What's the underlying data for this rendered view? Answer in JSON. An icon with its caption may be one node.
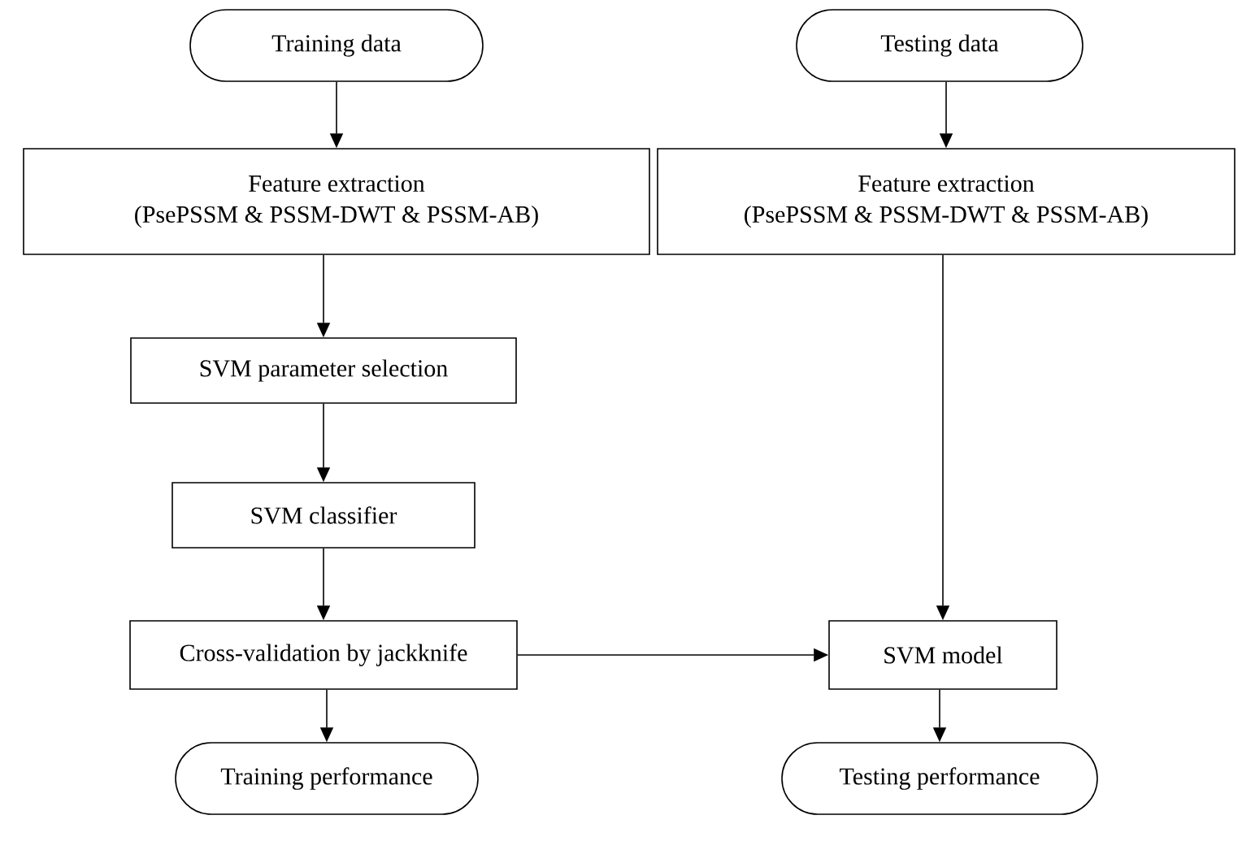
{
  "diagram": {
    "nodes": [
      {
        "text": [
          "Training data"
        ]
      },
      {
        "text": [
          "Feature extraction",
          "(PsePSSM & PSSM-DWT & PSSM-AB)"
        ]
      },
      {
        "text": [
          "SVM parameter selection"
        ]
      },
      {
        "text": [
          "SVM classifier"
        ]
      },
      {
        "text": [
          "Cross-validation by jackknife"
        ]
      },
      {
        "text": [
          "Training performance"
        ]
      },
      {
        "text": [
          "Testing data"
        ]
      },
      {
        "text": [
          "Feature extraction",
          "(PsePSSM & PSSM-DWT & PSSM-AB)"
        ]
      },
      {
        "text": [
          "SVM model"
        ]
      },
      {
        "text": [
          "Testing performance"
        ]
      }
    ],
    "edges": [
      {
        "from": 0,
        "to": 1,
        "arrow": "to"
      },
      {
        "from": 1,
        "to": 2,
        "arrow": "to"
      },
      {
        "from": 2,
        "to": 3,
        "arrow": "to"
      },
      {
        "from": 3,
        "to": 4,
        "arrow": "to"
      },
      {
        "from": 4,
        "to": 5,
        "arrow": "to"
      },
      {
        "from": 6,
        "to": 7,
        "arrow": "to"
      },
      {
        "from": 7,
        "to": 8,
        "arrow": "to"
      },
      {
        "from": 4,
        "to": 8,
        "arrow": "to"
      },
      {
        "from": 8,
        "to": 9,
        "arrow": "to"
      }
    ]
  }
}
